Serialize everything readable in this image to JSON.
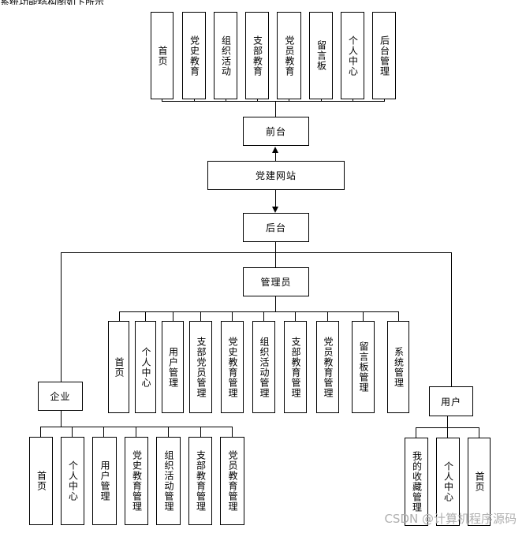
{
  "top_cut_text": "系统功能结构图如下所示",
  "nodes": {
    "site": "党建网站",
    "front": "前台",
    "back": "后台",
    "admin": "管理员",
    "company": "企业",
    "user": "用户"
  },
  "front_items": [
    "首页",
    "党史教育",
    "组织活动",
    "支部教育",
    "党员教育",
    "留言板",
    "个人中心",
    "后台管理"
  ],
  "admin_items": [
    "首页",
    "个人中心",
    "用户管理",
    "支部党员管理",
    "党史教育管理",
    "组织活动管理",
    "支部教育管理",
    "党员教育管理",
    "留言板管理",
    "系统管理"
  ],
  "company_items": [
    "首页",
    "个人中心",
    "用户管理",
    "党史教育管理",
    "组织活动管理",
    "支部教育管理",
    "党员教育管理"
  ],
  "user_items": [
    "我的收藏管理",
    "个人中心",
    "首页"
  ],
  "watermark": "CSDN @计算机程序源码"
}
